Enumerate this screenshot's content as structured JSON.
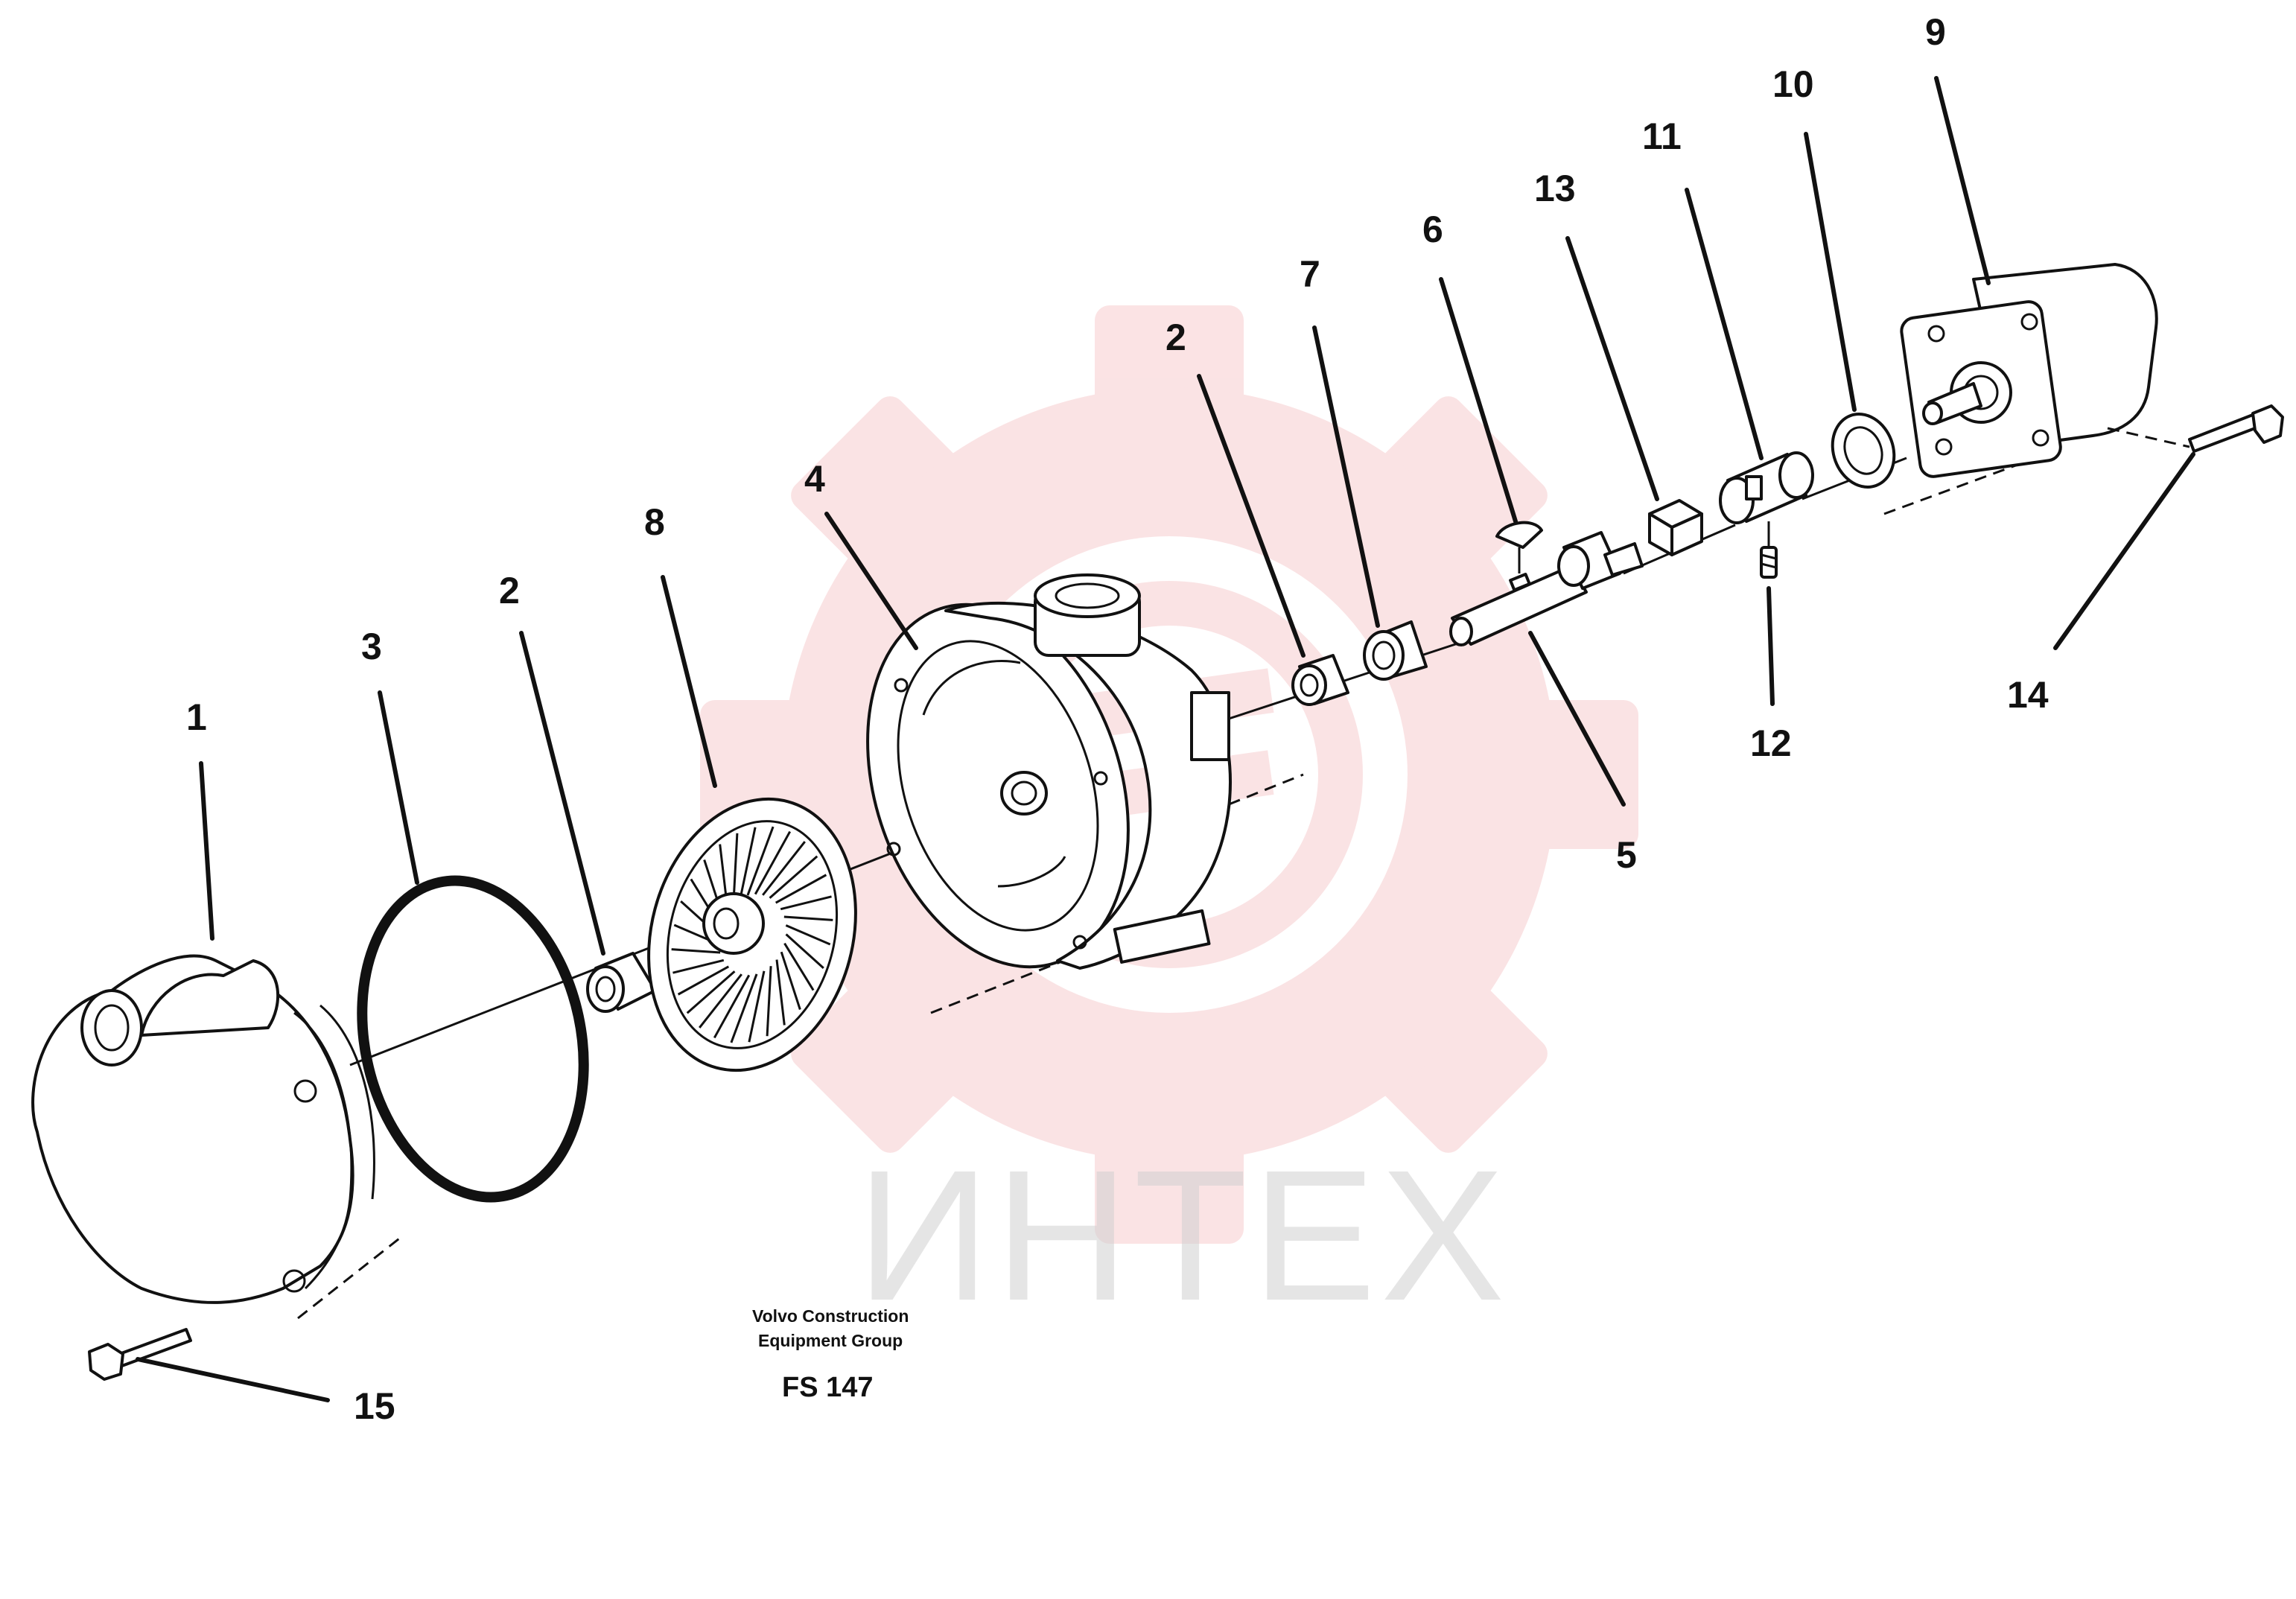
{
  "callouts": [
    {
      "id": "c1",
      "text": "1"
    },
    {
      "id": "c3",
      "text": "3"
    },
    {
      "id": "c2a",
      "text": "2"
    },
    {
      "id": "c8",
      "text": "8"
    },
    {
      "id": "c4",
      "text": "4"
    },
    {
      "id": "c2b",
      "text": "2"
    },
    {
      "id": "c7",
      "text": "7"
    },
    {
      "id": "c6",
      "text": "6"
    },
    {
      "id": "c13",
      "text": "13"
    },
    {
      "id": "c11",
      "text": "11"
    },
    {
      "id": "c10",
      "text": "10"
    },
    {
      "id": "c9",
      "text": "9"
    },
    {
      "id": "c14",
      "text": "14"
    },
    {
      "id": "c12",
      "text": "12"
    },
    {
      "id": "c5",
      "text": "5"
    },
    {
      "id": "c15",
      "text": "15"
    }
  ],
  "manufacturer": {
    "line1": "Volvo Construction",
    "line2": "Equipment Group"
  },
  "figure_code": "FS 147",
  "watermark": {
    "text": "ИНТЕХ",
    "color": "#f4b6b9"
  }
}
